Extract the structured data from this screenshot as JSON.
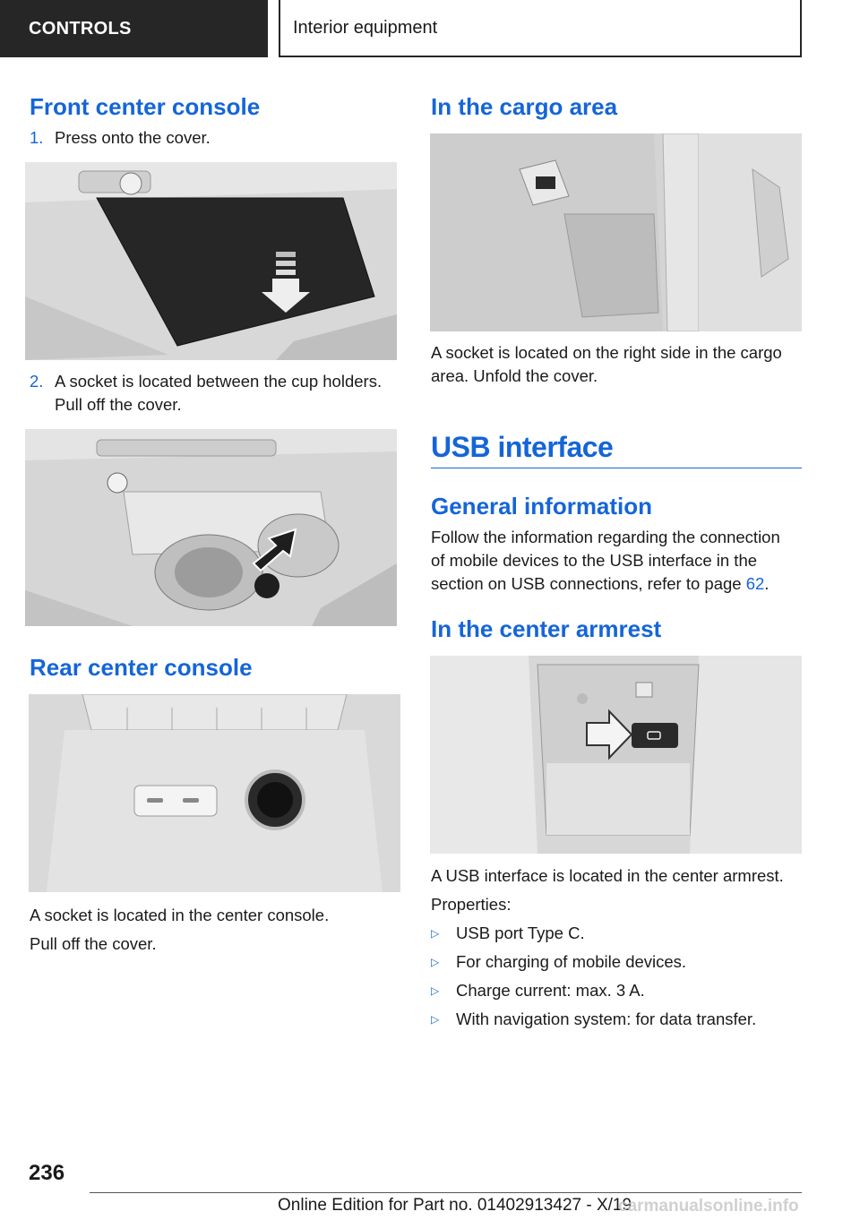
{
  "header": {
    "section": "CONTROLS",
    "chapter": "Interior equipment"
  },
  "left": {
    "front_title": "Front center console",
    "step1_num": "1.",
    "step1_text": "Press onto the cover.",
    "step2_num": "2.",
    "step2_line1": "A socket is located between the cup holders.",
    "step2_line2": "Pull off the cover.",
    "rear_title": "Rear center console",
    "rear_p1": "A socket is located in the center console.",
    "rear_p2": "Pull off the cover."
  },
  "right": {
    "cargo_title": "In the cargo area",
    "cargo_line1": "A socket is located on the right side in the cargo",
    "cargo_line2": "area. Unfold the cover.",
    "usb_title": "USB interface",
    "general_title": "General information",
    "general_line1": "Follow the information regarding the connection",
    "general_line2": "of mobile devices to the USB interface in the",
    "general_line3_pre": "section on USB connections, refer to page ",
    "general_line3_link": "62",
    "general_line3_post": ".",
    "armrest_title": "In the center armrest",
    "armrest_p1": "A USB interface is located in the center armrest.",
    "properties_label": "Properties:",
    "bullet_glyph": "▷",
    "properties": [
      "USB port Type C.",
      "For charging of mobile devices.",
      "Charge current: max. 3 A.",
      "With navigation system: for data transfer."
    ]
  },
  "footer": {
    "page_number": "236",
    "edition": "Online Edition for Part no. 01402913427 - X/19",
    "watermark": "carmanualsonline.info"
  }
}
